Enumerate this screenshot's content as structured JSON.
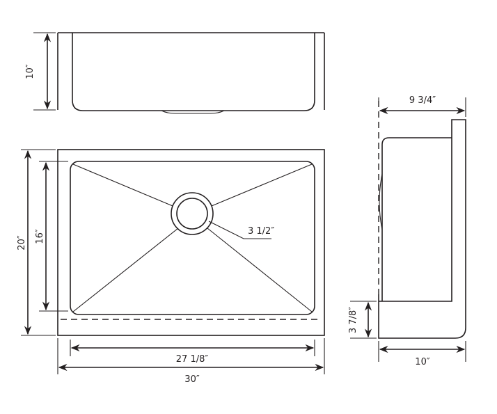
{
  "dimensions": {
    "front_height": "10″",
    "overall_depth": "20″",
    "bowl_depth": "16″",
    "drain_size": "3 1/2″",
    "bowl_width": "27 1/8″",
    "overall_width": "30″",
    "side_bowl_width": "9 3/4″",
    "apron_height": "3 7/8″",
    "side_overall": "10″"
  },
  "colors": {
    "line": "#231f20",
    "background": "#ffffff"
  }
}
